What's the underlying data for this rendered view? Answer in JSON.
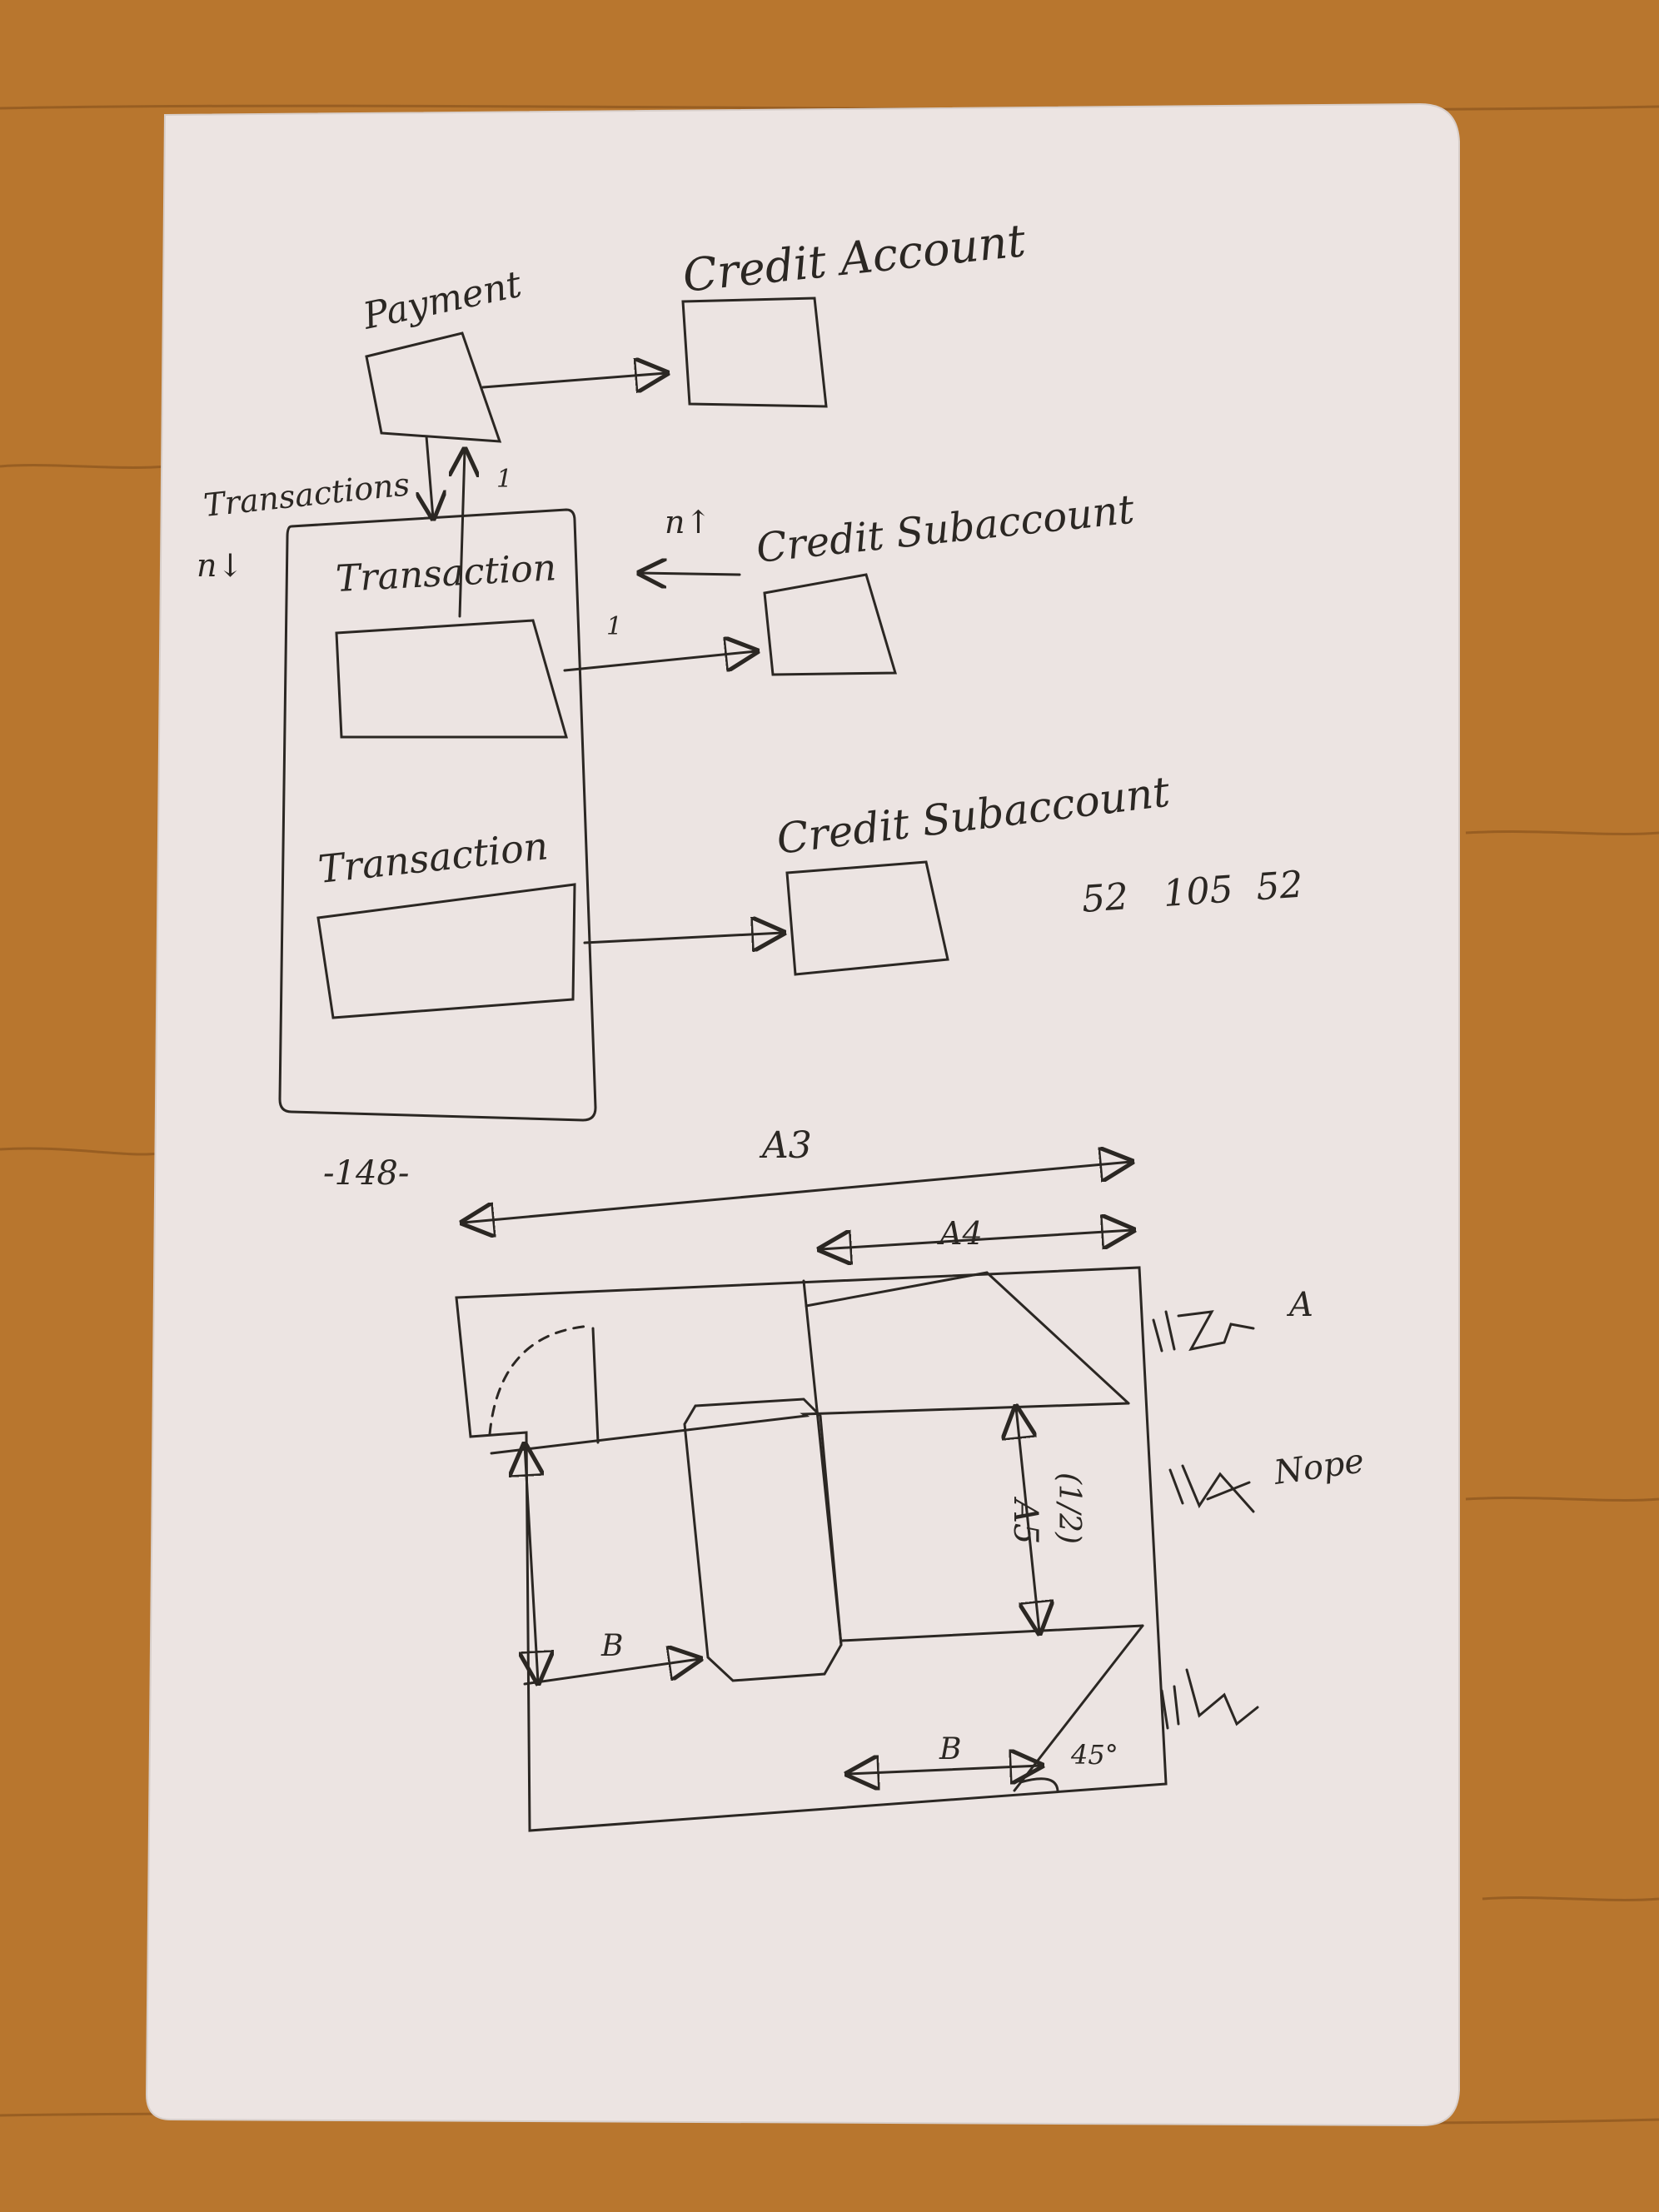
{
  "colors": {
    "table": "#b8762e",
    "table_dark": "#7e4a1a",
    "paper": "#ece4e2",
    "ink": "#2b2723"
  },
  "diagram": {
    "payment": "Payment",
    "credit_account": "Credit Account",
    "transactions": "Transactions",
    "transactions_mult": "n↓",
    "transaction_1": "Transaction",
    "transaction_2": "Transaction",
    "credit_subaccount_1": "Credit Subaccount",
    "credit_subaccount_2": "Credit Subaccount",
    "mult_up": "1",
    "mult_right": "1",
    "mult_n": "n↑",
    "numbers": "52   105  52"
  },
  "sketch": {
    "label_148": "-148-",
    "label_a3": "A3",
    "label_a4": "A4",
    "label_a5": "A5",
    "label_half": "(1/2)",
    "label_b1": "B",
    "label_b2": "B",
    "label_angle": "45°",
    "note_a": "A",
    "note_nope": "Nope"
  }
}
